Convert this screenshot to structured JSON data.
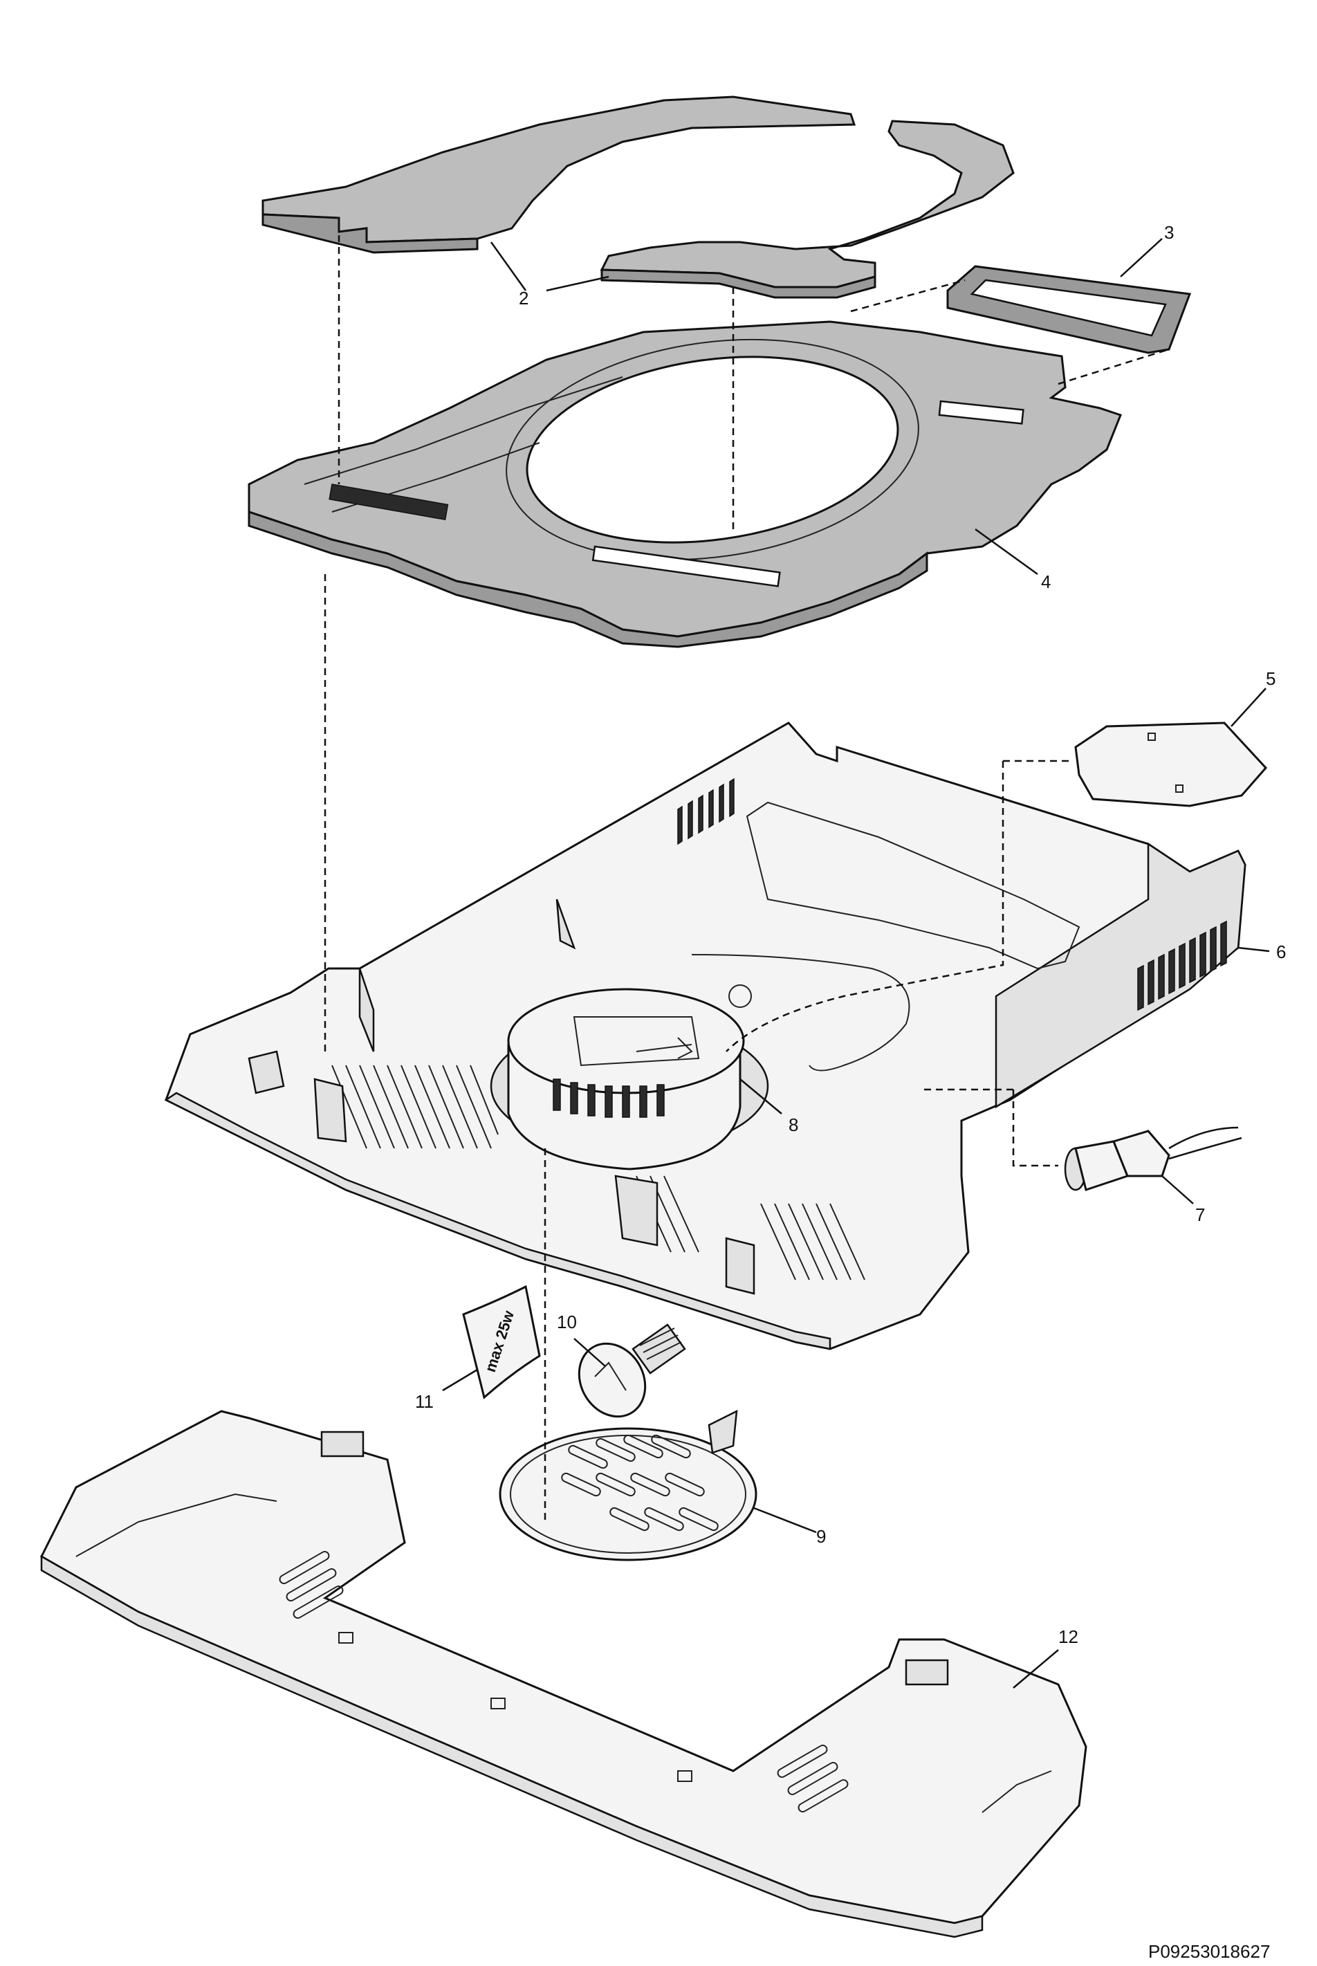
{
  "callouts": [
    {
      "id": "2",
      "text": "2"
    },
    {
      "id": "3",
      "text": "3"
    },
    {
      "id": "4",
      "text": "4"
    },
    {
      "id": "5",
      "text": "5"
    },
    {
      "id": "6",
      "text": "6"
    },
    {
      "id": "7",
      "text": "7"
    },
    {
      "id": "8",
      "text": "8"
    },
    {
      "id": "9",
      "text": "9"
    },
    {
      "id": "10",
      "text": "10"
    },
    {
      "id": "11",
      "text": "11"
    },
    {
      "id": "12",
      "text": "12"
    }
  ],
  "lamp_label": "max 25w",
  "reference_code": "P09253018627"
}
